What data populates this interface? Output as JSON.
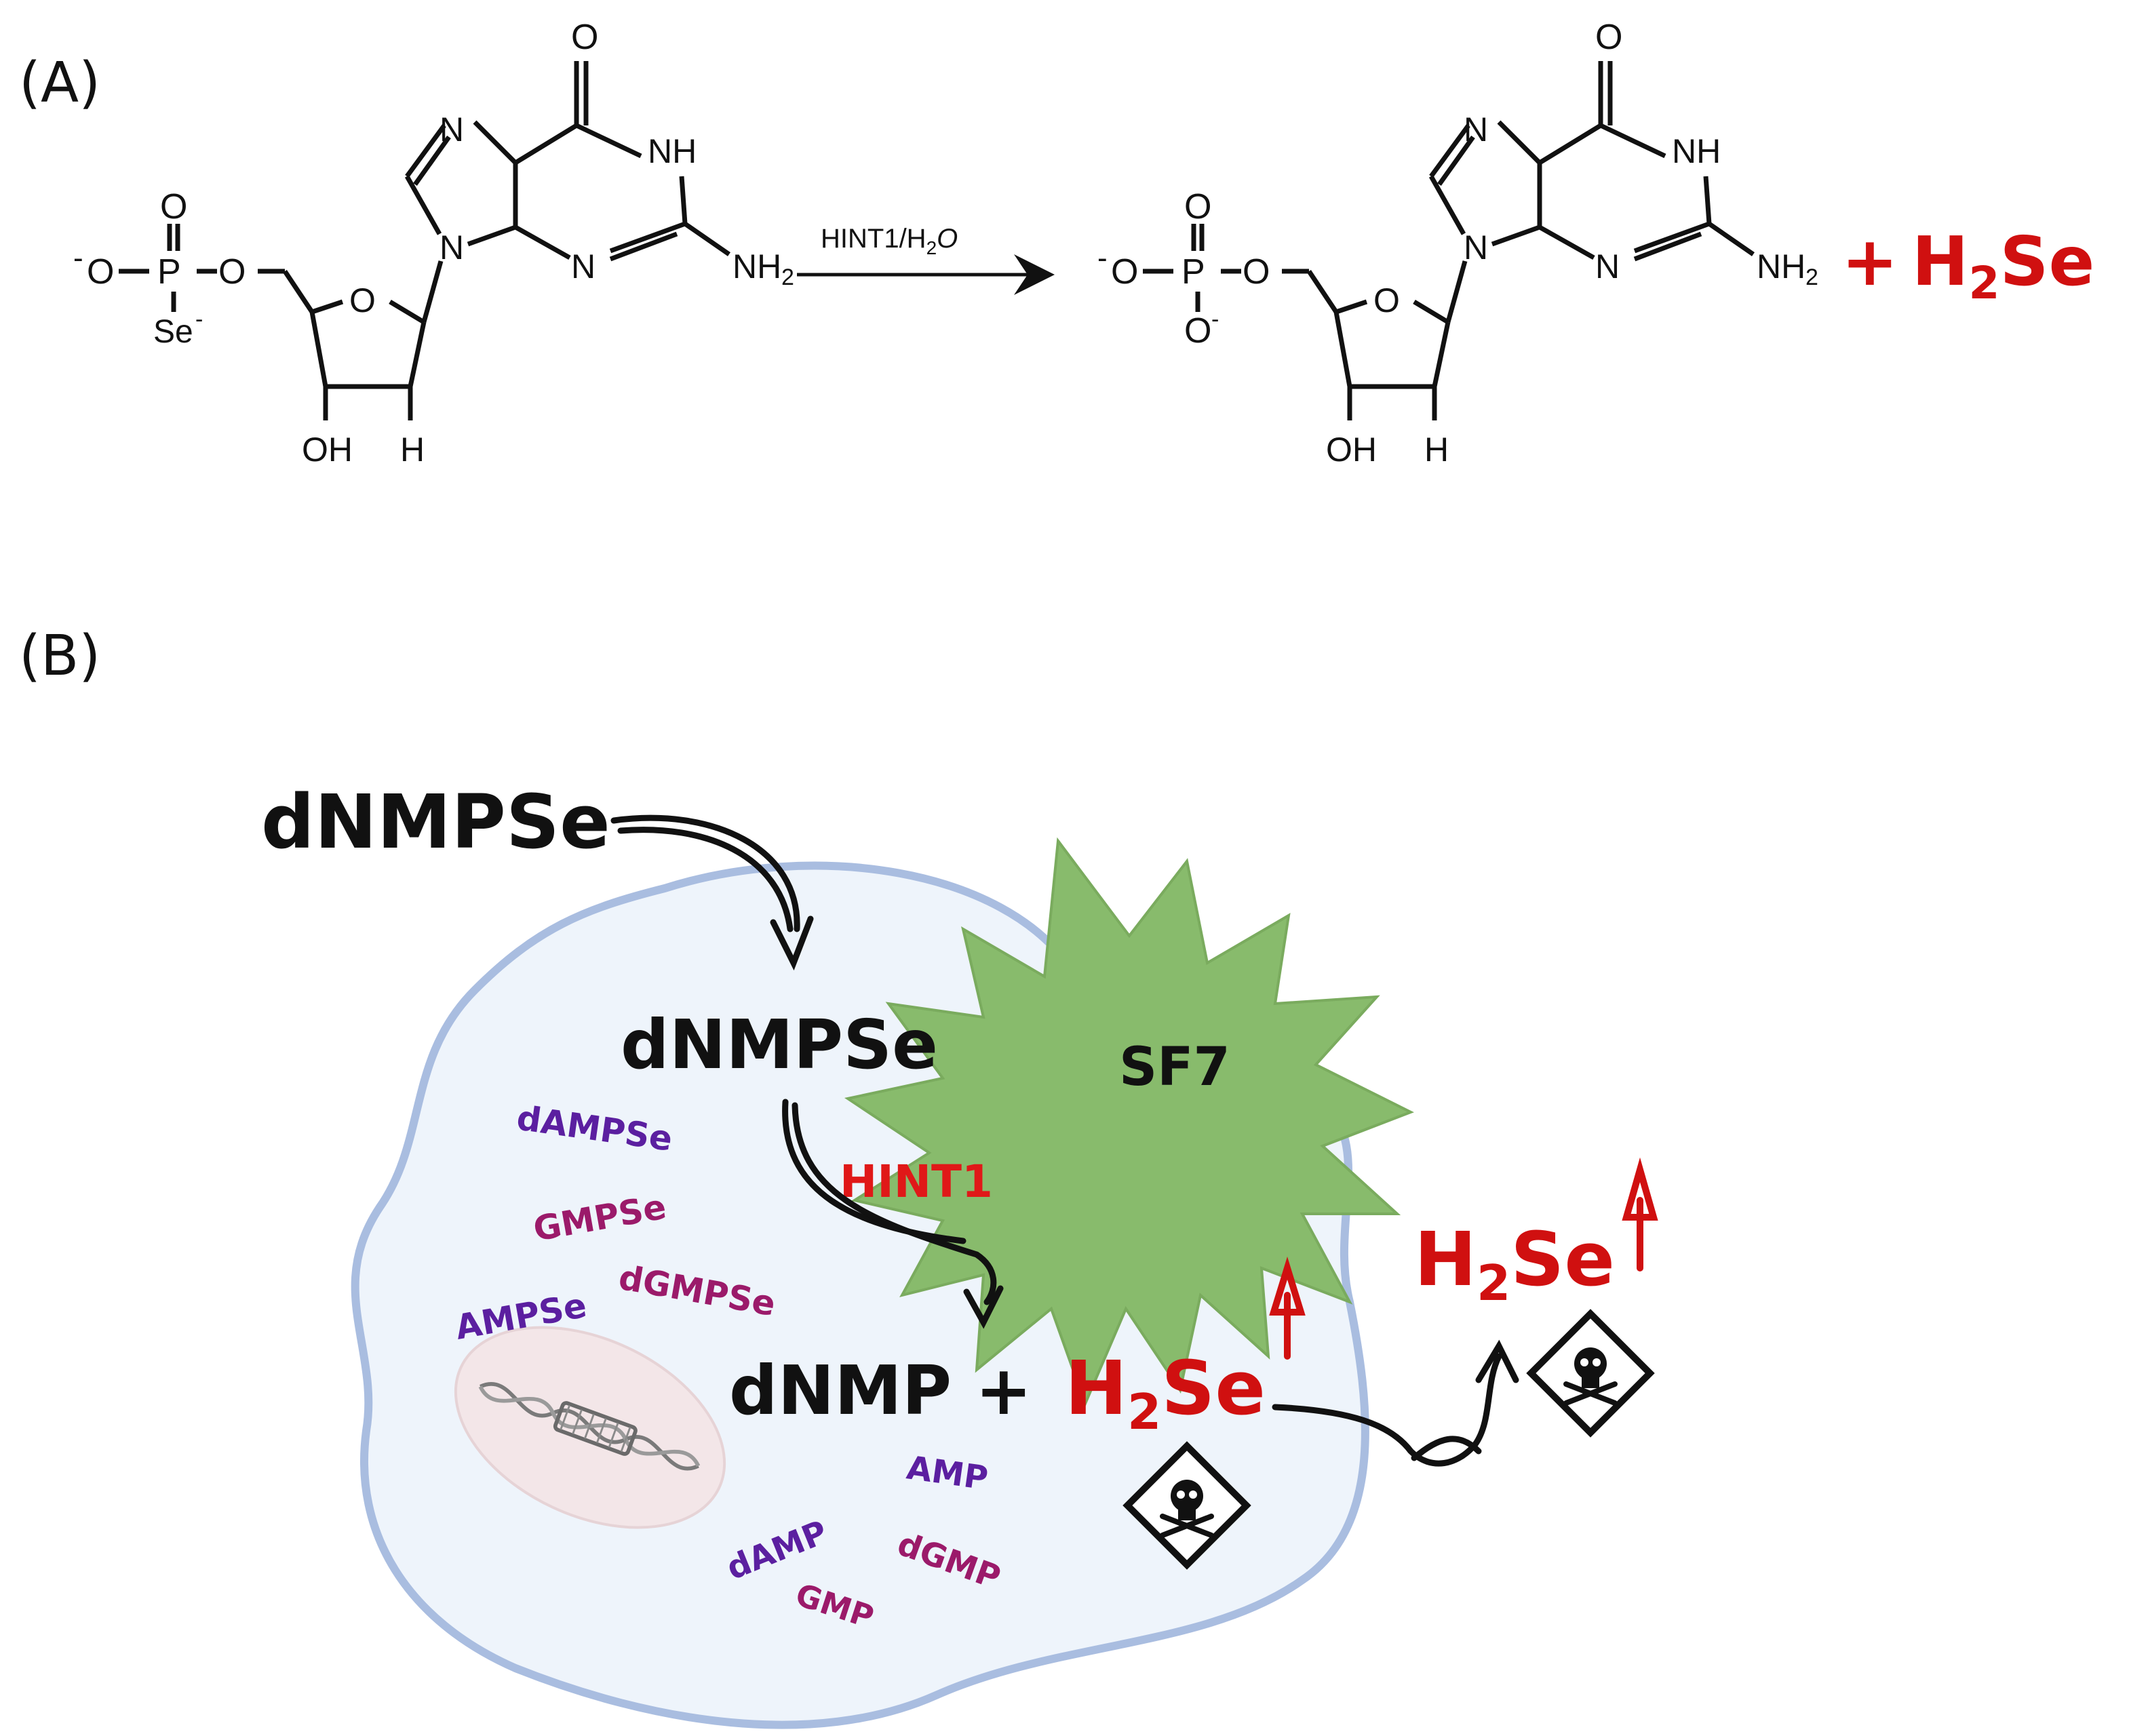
{
  "panel_a": {
    "label": "(A)",
    "arrow_label": "HINT1/H",
    "arrow_label_sub": "2",
    "arrow_label_end": "O",
    "reactant": {
      "O_top": "O",
      "NH": "NH",
      "NH2": "NH",
      "NH2_sub": "2",
      "N7": "N",
      "N9": "N",
      "N3": "N",
      "ring_O": "O",
      "OH": "OH",
      "H": "H",
      "minus": "-",
      "O1": "O",
      "P": "P",
      "O_phos": "O",
      "O_ester": "O",
      "Se": "Se",
      "Se_charge": "-"
    },
    "product": {
      "O_top": "O",
      "NH": "NH",
      "NH2": "NH",
      "NH2_sub": "2",
      "N7": "N",
      "N9": "N",
      "N3": "N",
      "ring_O": "O",
      "OH": "OH",
      "H": "H",
      "minus": "-",
      "O1": "O",
      "P": "P",
      "O_phos": "O",
      "O_ester": "O",
      "O_bottom": "O",
      "O_charge": "-"
    },
    "byproduct_plus": "+",
    "byproduct": "H",
    "byproduct_sub": "2",
    "byproduct_end": "Se"
  },
  "panel_b": {
    "label": "(B)",
    "outside_compound": "dNMPSe",
    "inside_compound": "dNMPSe",
    "enzyme": "HINT1",
    "product": "dNMP +",
    "h2se_inside": "H",
    "h2se_inside_sub": "2",
    "h2se_inside_end": "Se",
    "h2se_outside": "H",
    "h2se_outside_sub": "2",
    "h2se_outside_end": "Se",
    "cell_line": "SF7",
    "nucleotides": [
      {
        "text": "dAMPSe",
        "color": "#5b1fa0"
      },
      {
        "text": "GMPSe",
        "color": "#9b1a6a"
      },
      {
        "text": "dGMPSe",
        "color": "#9b1a6a"
      },
      {
        "text": "AMPSe",
        "color": "#5b1fa0"
      },
      {
        "text": "AMP",
        "color": "#5b1fa0"
      },
      {
        "text": "dAMP",
        "color": "#5b1fa0"
      },
      {
        "text": "dGMP",
        "color": "#9b1a6a"
      },
      {
        "text": "GMP",
        "color": "#9b1a6a"
      }
    ],
    "toxic_icon": "skull-crossbones-icon"
  },
  "colors": {
    "red": "#d01010",
    "cell_fill": "#eef4fb",
    "cell_stroke": "#a9bde0",
    "star_fill": "#88bb6c"
  }
}
